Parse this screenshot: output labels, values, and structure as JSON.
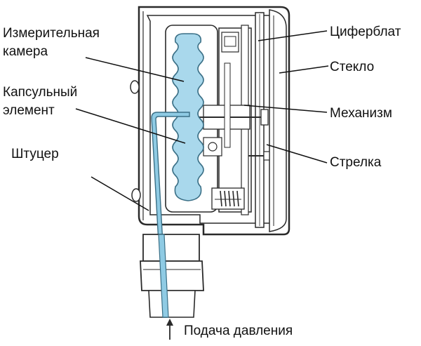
{
  "labels": {
    "measuring_chamber_line1": "Измерительная",
    "measuring_chamber_line2": "камера",
    "capsule_element_line1": "Капсульный",
    "capsule_element_line2": "элемент",
    "fitting": "Штуцер",
    "dial": "Циферблат",
    "glass": "Стекло",
    "mechanism": "Механизм",
    "pointer": "Стрелка",
    "pressure_supply": "Подача давления"
  },
  "colors": {
    "outline": "#2a2a2a",
    "capsule_fill": "#a9d8ec",
    "capsule_stroke": "#3a6f86",
    "tube_fill": "#8fcbe4",
    "housing_fill": "#ffffff",
    "text": "#111111"
  }
}
